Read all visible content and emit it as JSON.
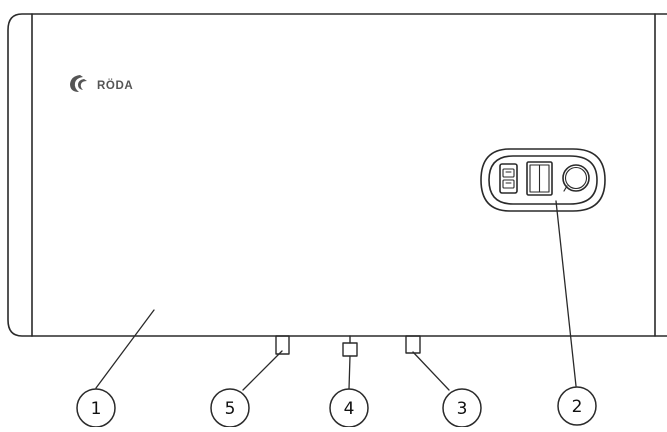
{
  "brand": {
    "name": "RÖDA",
    "logo_icon": "roda-swirl-logo-icon"
  },
  "control_panel": {
    "left_indicator_icon": "display-indicator-icon",
    "switch_icon": "rocker-switch-icon",
    "knob_icon": "thermostat-knob-icon"
  },
  "callouts": [
    {
      "label": "1",
      "part": "tank-body"
    },
    {
      "label": "5",
      "part": "pipe-left"
    },
    {
      "label": "4",
      "part": "pipe-middle"
    },
    {
      "label": "3",
      "part": "pipe-right"
    },
    {
      "label": "2",
      "part": "control-panel"
    }
  ],
  "colors": {
    "stroke": "#2a2a2a",
    "logo": "#555555",
    "background": "#ffffff"
  }
}
